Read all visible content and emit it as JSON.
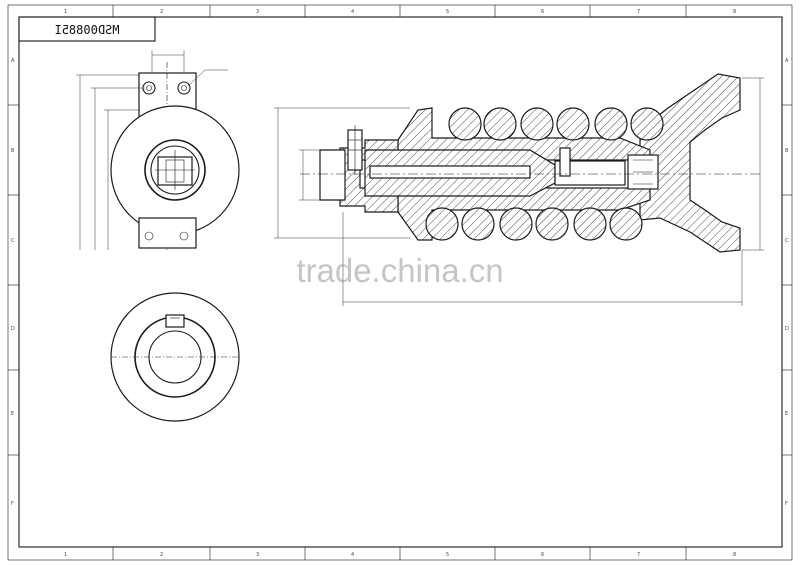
{
  "title_block": {
    "drawing_number": "MSD00885I"
  },
  "watermark": {
    "text": "trade.china.cn"
  },
  "zone_labels": {
    "top": [
      "1",
      "2",
      "3",
      "4",
      "5",
      "6",
      "7",
      "8"
    ],
    "bottom": [
      "1",
      "2",
      "3",
      "4",
      "5",
      "6",
      "7",
      "8"
    ],
    "left": [
      "A",
      "B",
      "C",
      "D",
      "E",
      "F"
    ],
    "right": [
      "A",
      "B",
      "C",
      "D",
      "E",
      "F"
    ]
  },
  "colors": {
    "ink": "#1a1a1a",
    "paper": "#ffffff",
    "watermark": "#8c8c8c"
  }
}
